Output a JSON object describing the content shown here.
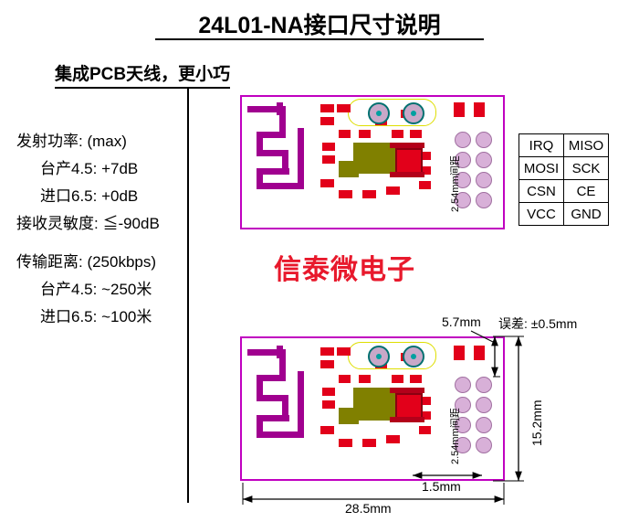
{
  "title": "24L01-NA接口尺寸说明",
  "subtitle": "集成PCB天线，更小巧",
  "specs": [
    "发射功率: (max)",
    "台产4.5: +7dB",
    "进口6.5: +0dB",
    "接收灵敏度: ≦-90dB",
    "传输距离: (250kbps)",
    "台产4.5: ~250米",
    "进口6.5: ~100米"
  ],
  "brand": "信泰微电子",
  "pin_table": {
    "rows": [
      [
        "IRQ",
        "MISO"
      ],
      [
        "MOSI",
        "SCK"
      ],
      [
        "CSN",
        "CE"
      ],
      [
        "VCC",
        "GND"
      ]
    ]
  },
  "annotations": {
    "pitch_top": "2.54mm间距",
    "pitch_bottom": "2.54mm间距",
    "dim_width": "28.5mm",
    "dim_height": "15.2mm",
    "dim_header_offset": "5.7mm",
    "dim_edge": "1.5mm",
    "tolerance": "误差: ±0.5mm"
  },
  "colors": {
    "brand_red": "#e8192c",
    "board_outline": "#c000c0",
    "pad_red": "#e2001a",
    "trace_purple": "#a0008f",
    "yellow_overlay": "#dede00"
  }
}
